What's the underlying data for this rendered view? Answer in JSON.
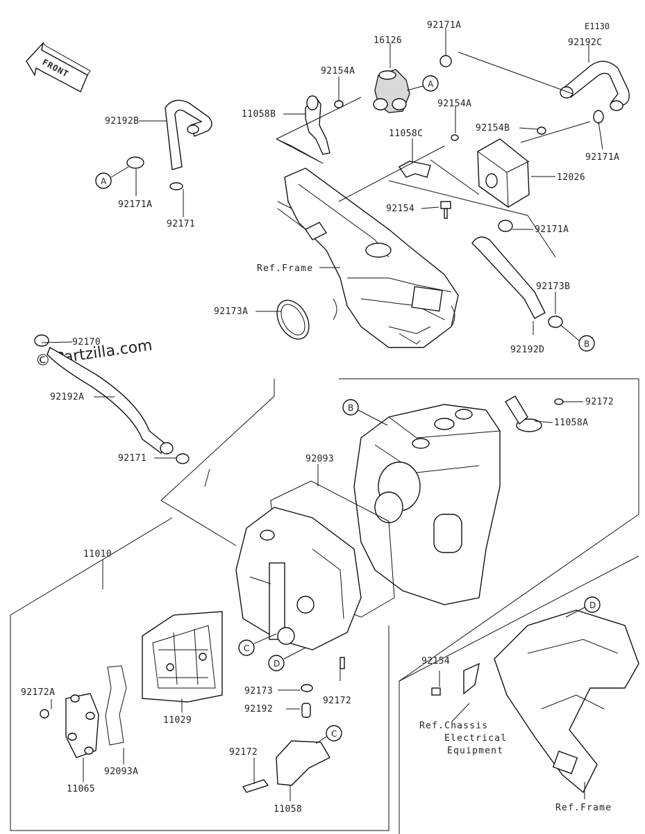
{
  "figure_code": "E1130",
  "watermark": "© Partzilla.com",
  "front_label": "FRONT",
  "callouts": {
    "a": "A",
    "b": "B",
    "c": "C",
    "d": "D"
  },
  "parts": {
    "p16126": "16126",
    "p92171A_top": "92171A",
    "p92192C": "92192C",
    "p92154A_1": "92154A",
    "p11058B": "11058B",
    "p92154A_2": "92154A",
    "p92192B": "92192B",
    "p11058C": "11058C",
    "p92154B": "92154B",
    "p92171A_r": "92171A",
    "p12026": "12026",
    "p92171A_l": "92171A",
    "p92171_l": "92171",
    "p92154_c": "92154",
    "p92171A_m": "92171A",
    "p92173B": "92173B",
    "p92173A": "92173A",
    "p92192D": "92192D",
    "p92170": "92170",
    "p92192A": "92192A",
    "p92172_r": "92172",
    "p11058A": "11058A",
    "p92171_b": "92171",
    "p92093": "92093",
    "p11010": "11010",
    "p92154_r": "92154",
    "p92172A": "92172A",
    "p92173": "92173",
    "p92172_m": "92172",
    "p92192": "92192",
    "p11029": "11029",
    "p92093A": "92093A",
    "p92172_b": "92172",
    "p11065": "11065",
    "p11058": "11058"
  },
  "refs": {
    "frame_top": "Ref.Frame",
    "chassis_1": "Ref.Chassis",
    "chassis_2": "Electrical",
    "chassis_3": "Equipment",
    "frame_bottom": "Ref.Frame"
  }
}
